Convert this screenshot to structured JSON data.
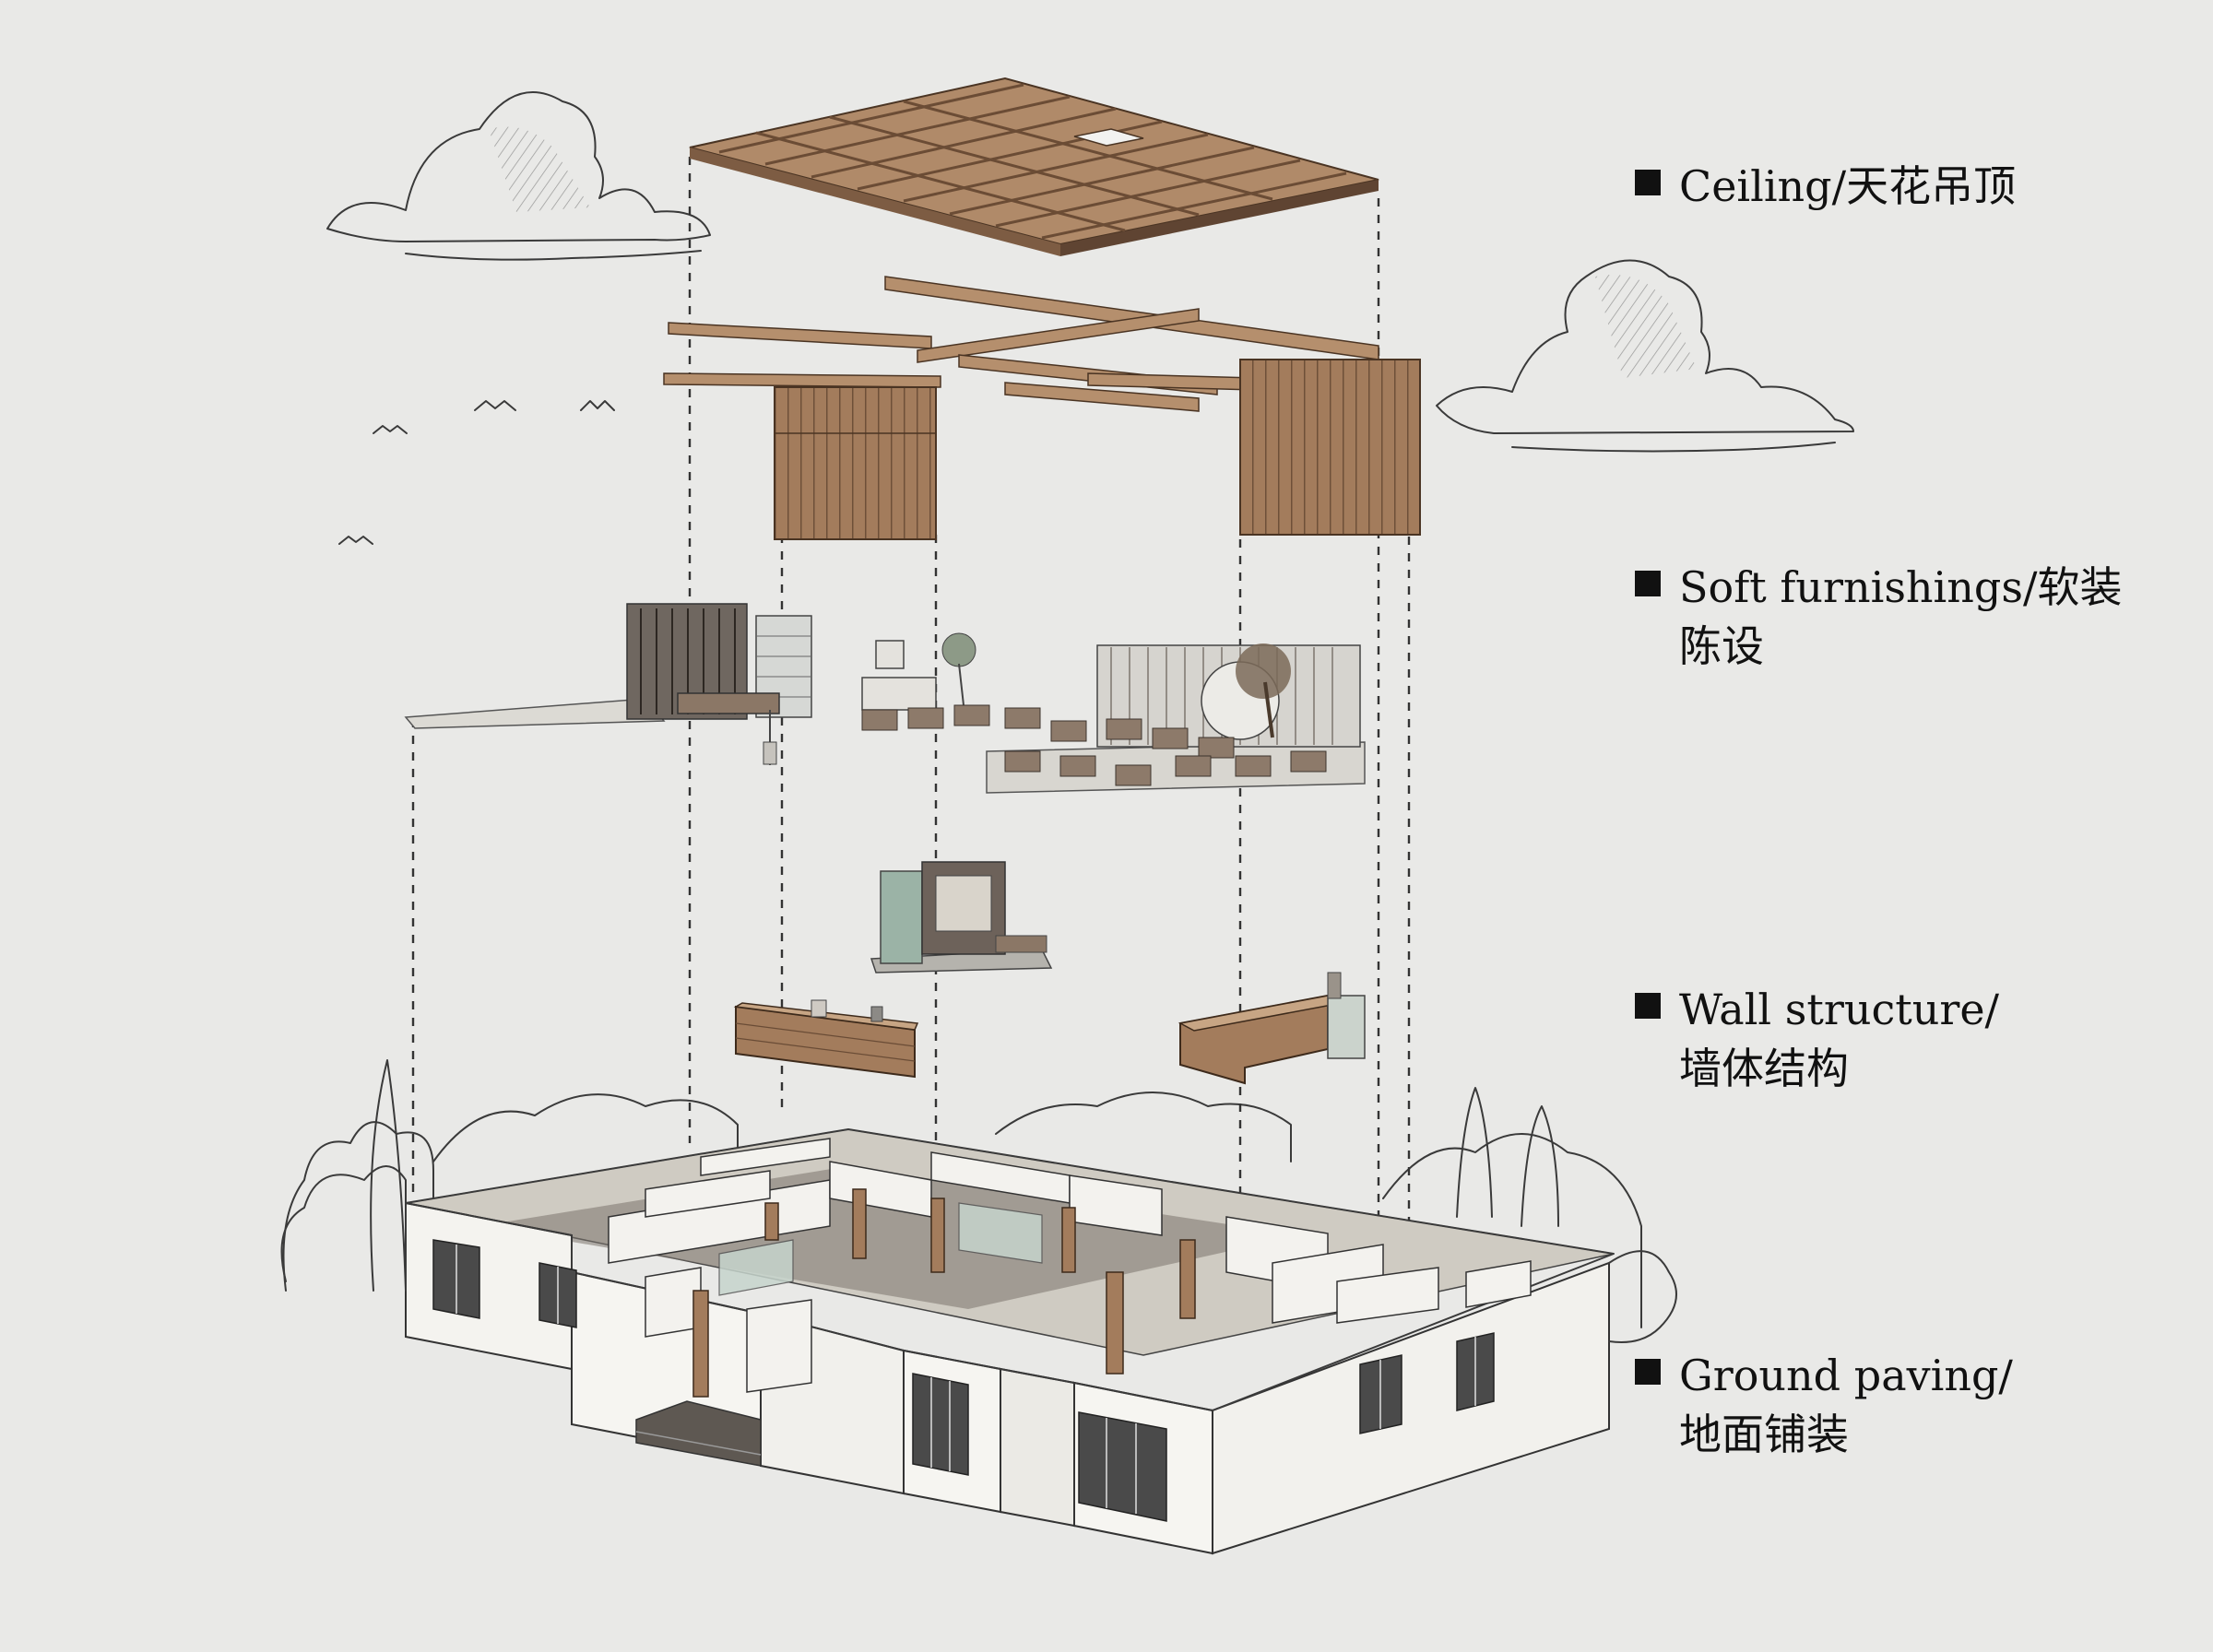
{
  "labels": [
    {
      "line1": "Ceiling/天花吊顶",
      "line2": ""
    },
    {
      "line1": "Soft furnishings/软装",
      "line2": "陈设"
    },
    {
      "line1": "Wall structure/",
      "line2": "墙体结构"
    },
    {
      "line1": "Ground paving/",
      "line2": "地面铺装"
    }
  ],
  "colors": {
    "background": "#e9e9e7",
    "wood": "#a37c5c",
    "wood_dark": "#7d5c43",
    "wall": "#f4f3ef",
    "line": "#333333",
    "glass": "#b9c9bf"
  }
}
